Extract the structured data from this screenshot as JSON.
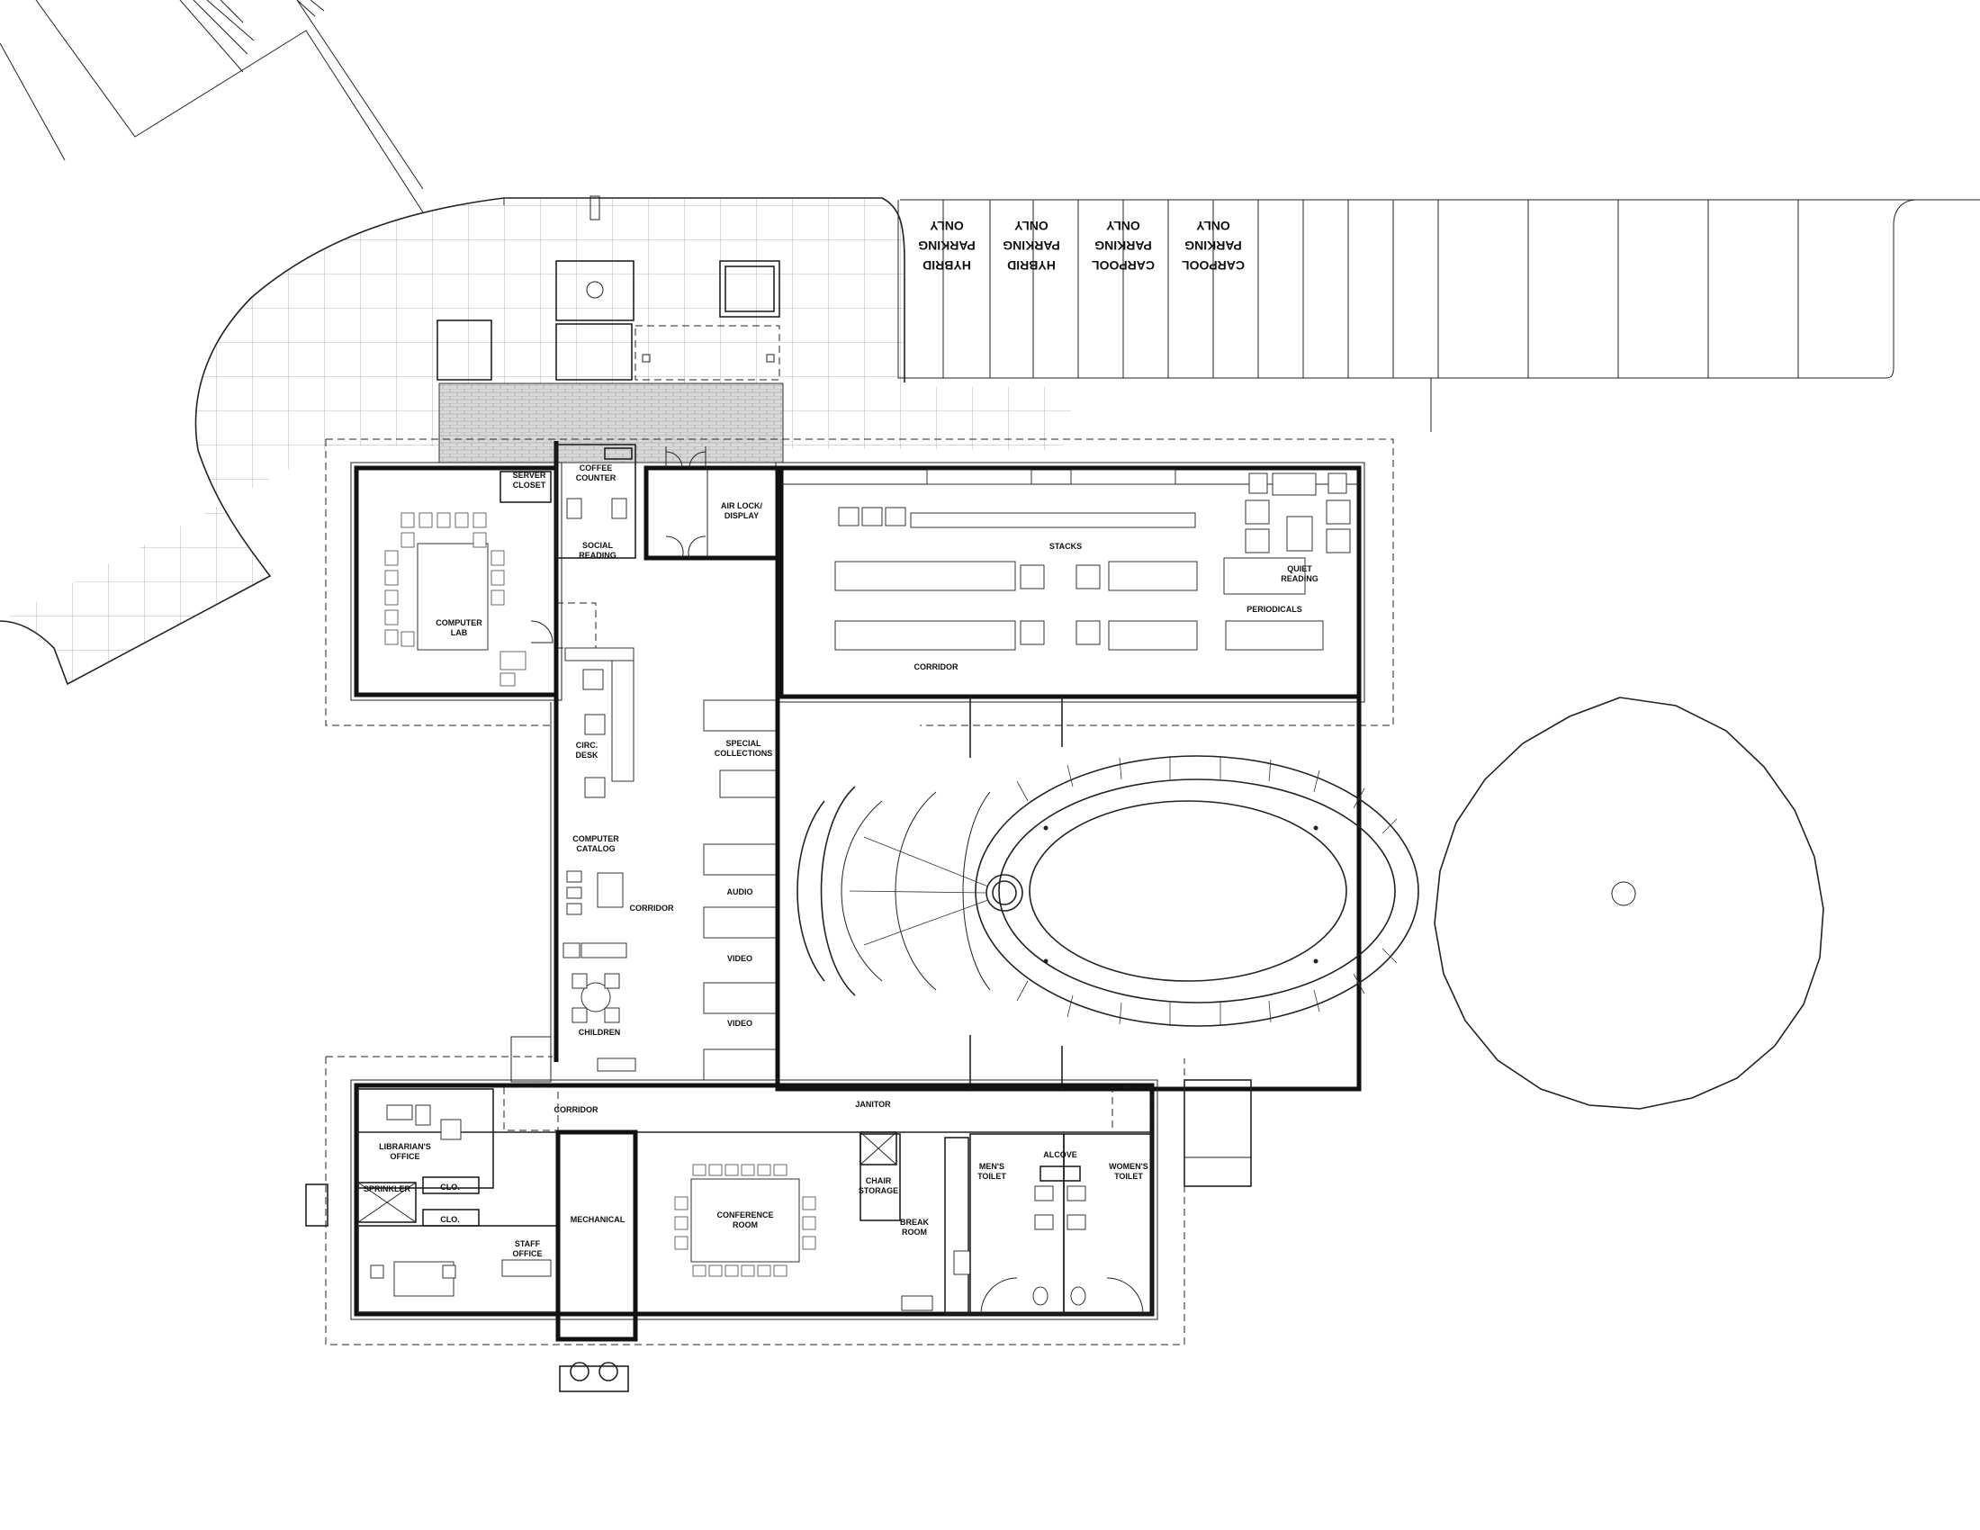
{
  "rooms": {
    "server_closet": "SERVER CLOSET",
    "coffee_counter": "COFFEE COUNTER",
    "air_lock": "AIR LOCK/ DISPLAY",
    "stacks": "STACKS",
    "quiet_reading": "QUIET READING",
    "periodicals": "PERIODICALS",
    "corridor_top": "CORRIDOR",
    "social_reading": "SOCIAL READING",
    "computer_lab": "COMPUTER LAB",
    "circ_desk": "CIRC. DESK",
    "special_collections": "SPECIAL COLLECTIONS",
    "computer_catalog": "COMPUTER CATALOG",
    "corridor_mid": "CORRIDOR",
    "audio": "AUDIO",
    "video_1": "VIDEO",
    "video_2": "VIDEO",
    "children": "CHILDREN",
    "corridor_bottom": "CORRIDOR",
    "janitor": "JANITOR",
    "librarians_office": "LIBRARIAN'S OFFICE",
    "clo_1": "CLO.",
    "clo_2": "CLO.",
    "sprinkler": "SPRINKLER",
    "staff_office": "STAFF OFFICE",
    "mechanical": "MECHANICAL",
    "conference_room": "CONFERENCE ROOM",
    "chair_storage": "CHAIR STORAGE",
    "break_room": "BREAK ROOM",
    "mens_toilet": "MEN'S TOILET",
    "alcove": "ALCOVE",
    "womens_toilet": "WOMEN'S TOILET"
  },
  "parking": [
    {
      "line1": "HYBRID",
      "line2": "PARKING",
      "line3": "ONLY"
    },
    {
      "line1": "HYBRID",
      "line2": "PARKING",
      "line3": "ONLY"
    },
    {
      "line1": "CARPOOL",
      "line2": "PARKING",
      "line3": "ONLY"
    },
    {
      "line1": "CARPOOL",
      "line2": "PARKING",
      "line3": "ONLY"
    }
  ]
}
